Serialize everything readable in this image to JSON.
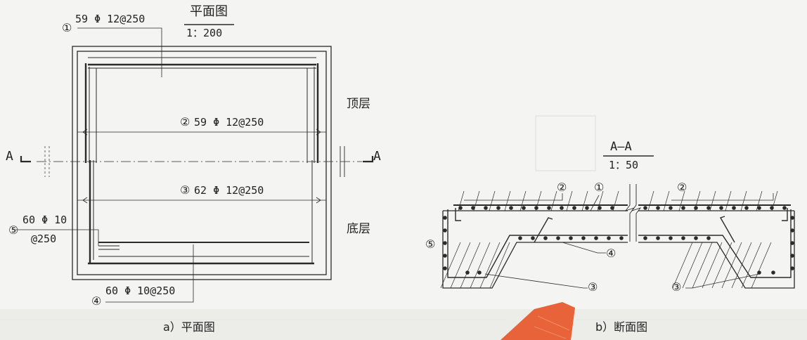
{
  "plan": {
    "title": "平面图",
    "scale": "1：200",
    "top_label": "顶层",
    "bottom_label": "底层",
    "section_left": "A",
    "section_right": "A",
    "rebar_1": "59 Φ 12@250",
    "rebar_2": "59 Φ 12@250",
    "rebar_3": "62 Φ 12@250",
    "rebar_4": "60 Φ 10@250",
    "rebar_5_line1": "60 Φ 10",
    "rebar_5_line2": "@250",
    "mark_1": "①",
    "mark_2": "②",
    "mark_3": "③",
    "mark_4": "④",
    "mark_5": "⑤",
    "caption": "a）平面图"
  },
  "section": {
    "title": "A—A",
    "scale": "1：50",
    "mark_1": "①",
    "mark_2": "②",
    "mark_3": "③",
    "mark_4": "④",
    "mark_5": "⑤",
    "caption": "b）断面图"
  },
  "colors": {
    "line": "#2a2a2a",
    "paper": "#f4f4f2",
    "orange": "#e8633a"
  }
}
